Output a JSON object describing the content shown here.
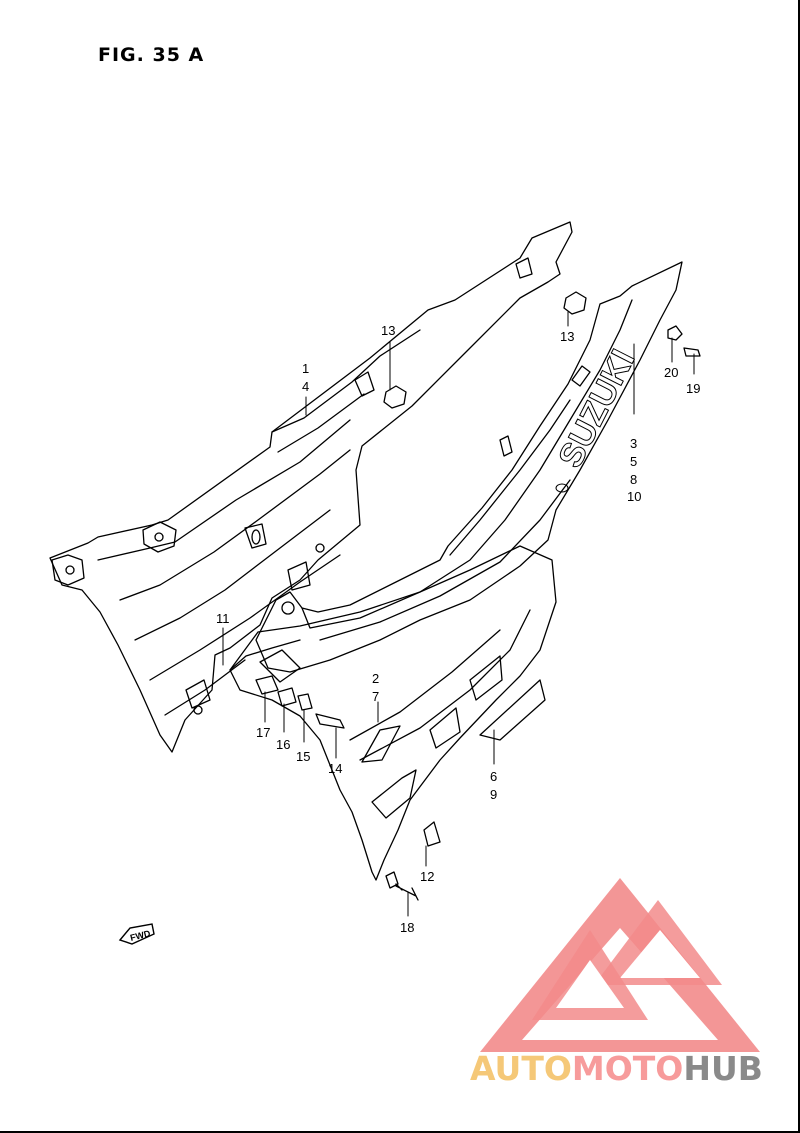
{
  "figure": {
    "title": "FIG. 35 A"
  },
  "brand_on_part": "SUZUKI",
  "fwd_label": "FWD",
  "callouts": {
    "c1": "1",
    "c4": "4",
    "c13a": "13",
    "c13b": "13",
    "c20": "20",
    "c19": "19",
    "c3": "3",
    "c5": "5",
    "c8": "8",
    "c10": "10",
    "c11": "11",
    "c2": "2",
    "c7": "7",
    "c17": "17",
    "c16": "16",
    "c15": "15",
    "c14": "14",
    "c6": "6",
    "c9": "9",
    "c12": "12",
    "c18": "18"
  },
  "watermark": {
    "part1": "AUTO",
    "part2": "MOTO",
    "part3": "HUB",
    "colors": {
      "triangle": "#f28b8b",
      "auto": "#f5c878",
      "moto": "#f79b9b",
      "hub": "#8a8a8a"
    }
  }
}
